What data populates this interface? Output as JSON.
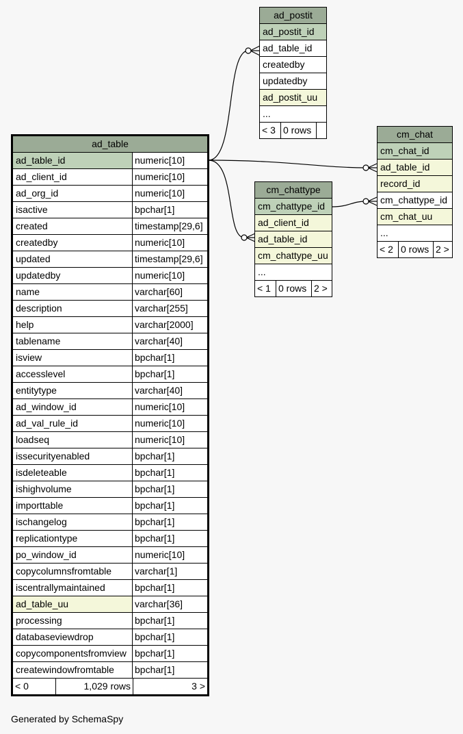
{
  "colors": {
    "title_bg": "#9bab96",
    "pk_bg": "#bed1b8",
    "indexed_bg": "#f4f7da",
    "background": "#f7f7f7"
  },
  "ad_postit": {
    "name": "ad_postit",
    "rows": [
      "ad_postit_id",
      "ad_table_id",
      "createdby",
      "updatedby",
      "ad_postit_uu",
      "..."
    ],
    "footer": {
      "parents": "< 3",
      "rows": "0 rows",
      "children": ""
    }
  },
  "cm_chat": {
    "name": "cm_chat",
    "rows": [
      "cm_chat_id",
      "ad_table_id",
      "record_id",
      "cm_chattype_id",
      "cm_chat_uu",
      "..."
    ],
    "footer": {
      "parents": "< 2",
      "rows": "0 rows",
      "children": "2 >"
    }
  },
  "cm_chattype": {
    "name": "cm_chattype",
    "rows": [
      "cm_chattype_id",
      "ad_client_id",
      "ad_table_id",
      "cm_chattype_uu",
      "..."
    ],
    "footer": {
      "parents": "< 1",
      "rows": "0 rows",
      "children": "2 >"
    }
  },
  "ad_table": {
    "name": "ad_table",
    "columns": [
      {
        "name": "ad_table_id",
        "type": "numeric[10]"
      },
      {
        "name": "ad_client_id",
        "type": "numeric[10]"
      },
      {
        "name": "ad_org_id",
        "type": "numeric[10]"
      },
      {
        "name": "isactive",
        "type": "bpchar[1]"
      },
      {
        "name": "created",
        "type": "timestamp[29,6]"
      },
      {
        "name": "createdby",
        "type": "numeric[10]"
      },
      {
        "name": "updated",
        "type": "timestamp[29,6]"
      },
      {
        "name": "updatedby",
        "type": "numeric[10]"
      },
      {
        "name": "name",
        "type": "varchar[60]"
      },
      {
        "name": "description",
        "type": "varchar[255]"
      },
      {
        "name": "help",
        "type": "varchar[2000]"
      },
      {
        "name": "tablename",
        "type": "varchar[40]"
      },
      {
        "name": "isview",
        "type": "bpchar[1]"
      },
      {
        "name": "accesslevel",
        "type": "bpchar[1]"
      },
      {
        "name": "entitytype",
        "type": "varchar[40]"
      },
      {
        "name": "ad_window_id",
        "type": "numeric[10]"
      },
      {
        "name": "ad_val_rule_id",
        "type": "numeric[10]"
      },
      {
        "name": "loadseq",
        "type": "numeric[10]"
      },
      {
        "name": "issecurityenabled",
        "type": "bpchar[1]"
      },
      {
        "name": "isdeleteable",
        "type": "bpchar[1]"
      },
      {
        "name": "ishighvolume",
        "type": "bpchar[1]"
      },
      {
        "name": "importtable",
        "type": "bpchar[1]"
      },
      {
        "name": "ischangelog",
        "type": "bpchar[1]"
      },
      {
        "name": "replicationtype",
        "type": "bpchar[1]"
      },
      {
        "name": "po_window_id",
        "type": "numeric[10]"
      },
      {
        "name": "copycolumnsfromtable",
        "type": "varchar[1]"
      },
      {
        "name": "iscentrallymaintained",
        "type": "bpchar[1]"
      },
      {
        "name": "ad_table_uu",
        "type": "varchar[36]"
      },
      {
        "name": "processing",
        "type": "bpchar[1]"
      },
      {
        "name": "databaseviewdrop",
        "type": "bpchar[1]"
      },
      {
        "name": "copycomponentsfromview",
        "type": "bpchar[1]"
      },
      {
        "name": "createwindowfromtable",
        "type": "bpchar[1]"
      }
    ],
    "footer": {
      "parents": "< 0",
      "rows": "1,029 rows",
      "children": "3 >"
    }
  },
  "generated_by": "Generated by SchemaSpy"
}
